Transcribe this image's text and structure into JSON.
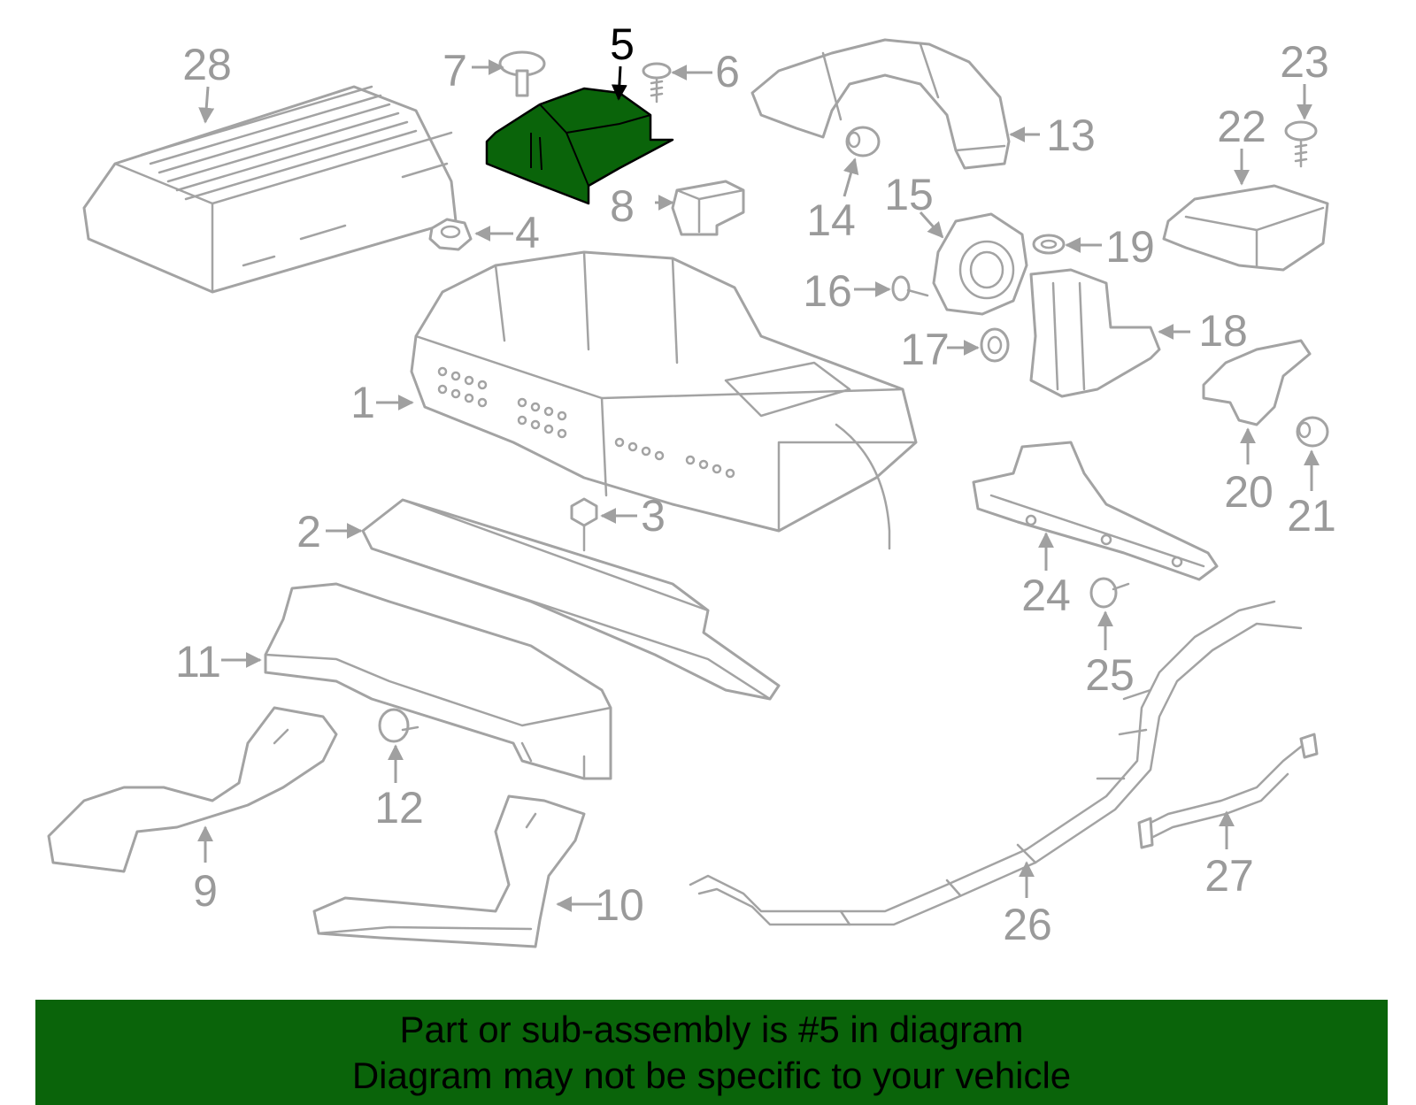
{
  "diagram": {
    "highlight_color": "#0a640a",
    "line_color": "#a3a3a3",
    "highlighted_part": "5",
    "callouts": [
      "1",
      "2",
      "3",
      "4",
      "5",
      "6",
      "7",
      "8",
      "9",
      "10",
      "11",
      "12",
      "13",
      "14",
      "15",
      "16",
      "17",
      "18",
      "19",
      "20",
      "21",
      "22",
      "23",
      "24",
      "25",
      "26",
      "27",
      "28"
    ]
  },
  "banner": {
    "line1": "Part or sub-assembly is #5 in diagram",
    "line2": "Diagram may not be specific to your vehicle"
  }
}
